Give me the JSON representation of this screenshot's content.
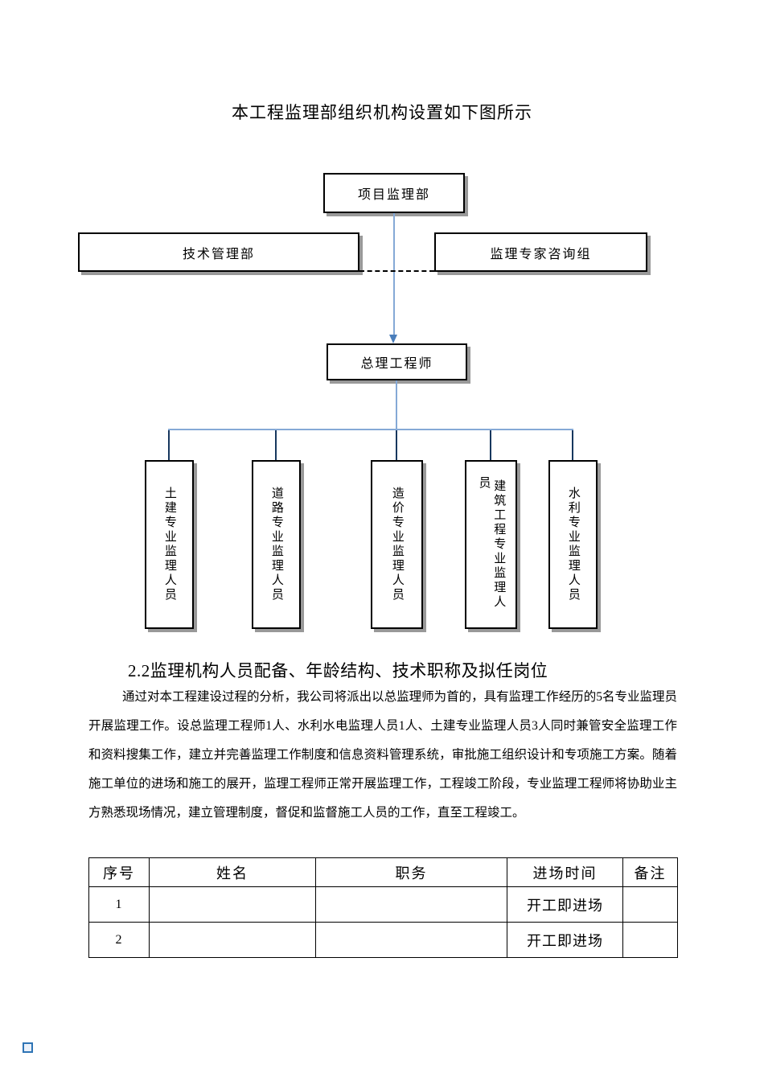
{
  "doc": {
    "title": "本工程监理部组织机构设置如下图所示",
    "heading": "2.2监理机构人员配备、年龄结构、技术职称及拟任岗位",
    "paragraph": "通过对本工程建设过程的分析，我公司将派出以总监理师为首的，具有监理工作经历的5名专业监理员开展监理工作。设总监理工程师1人、水利水电监理人员1人、土建专业监理人员3人同时兼管安全监理工作和资料搜集工作，建立并完善监理工作制度和信息资料管理系统，审批施工组织设计和专项施工方案。随着施工单位的进场和施工的展开，监理工程师正常开展监理工作，工程竣工阶段，专业监理工程师将协助业主方熟悉现场情况，建立管理制度，督促和监督施工人员的工作，直至工程竣工。"
  },
  "org_chart": {
    "project_dept": "项目监理部",
    "tech_dept": "技术管理部",
    "expert_group": "监理专家咨询组",
    "chief_engineer": "总理工程师",
    "staff_boxes": [
      {
        "lines": [
          "土建专业监理人员"
        ]
      },
      {
        "lines": [
          "道路专业监理人员"
        ]
      },
      {
        "lines": [
          "造价专业监理人员"
        ]
      },
      {
        "lines": [
          "建筑工程专业监理人",
          "员"
        ]
      },
      {
        "lines": [
          "水利专业监理人员"
        ]
      }
    ]
  },
  "table": {
    "headers": [
      "序号",
      "姓名",
      "职务",
      "进场时间",
      "备注"
    ],
    "rows": [
      {
        "no": "1",
        "name": "",
        "title": "",
        "entry": "开工即进场",
        "note": ""
      },
      {
        "no": "2",
        "name": "",
        "title": "",
        "entry": "开工即进场",
        "note": ""
      }
    ]
  },
  "colors": {
    "connector_blue": "#85a9d6",
    "connector_dark": "#17375e",
    "arrow_blue": "#4a7ebb",
    "box_shadow_gray": "#999999",
    "marker_blue": "#2e74b5"
  },
  "icons": {
    "arrow": "down-arrowhead",
    "page_marker": "blue-square"
  }
}
